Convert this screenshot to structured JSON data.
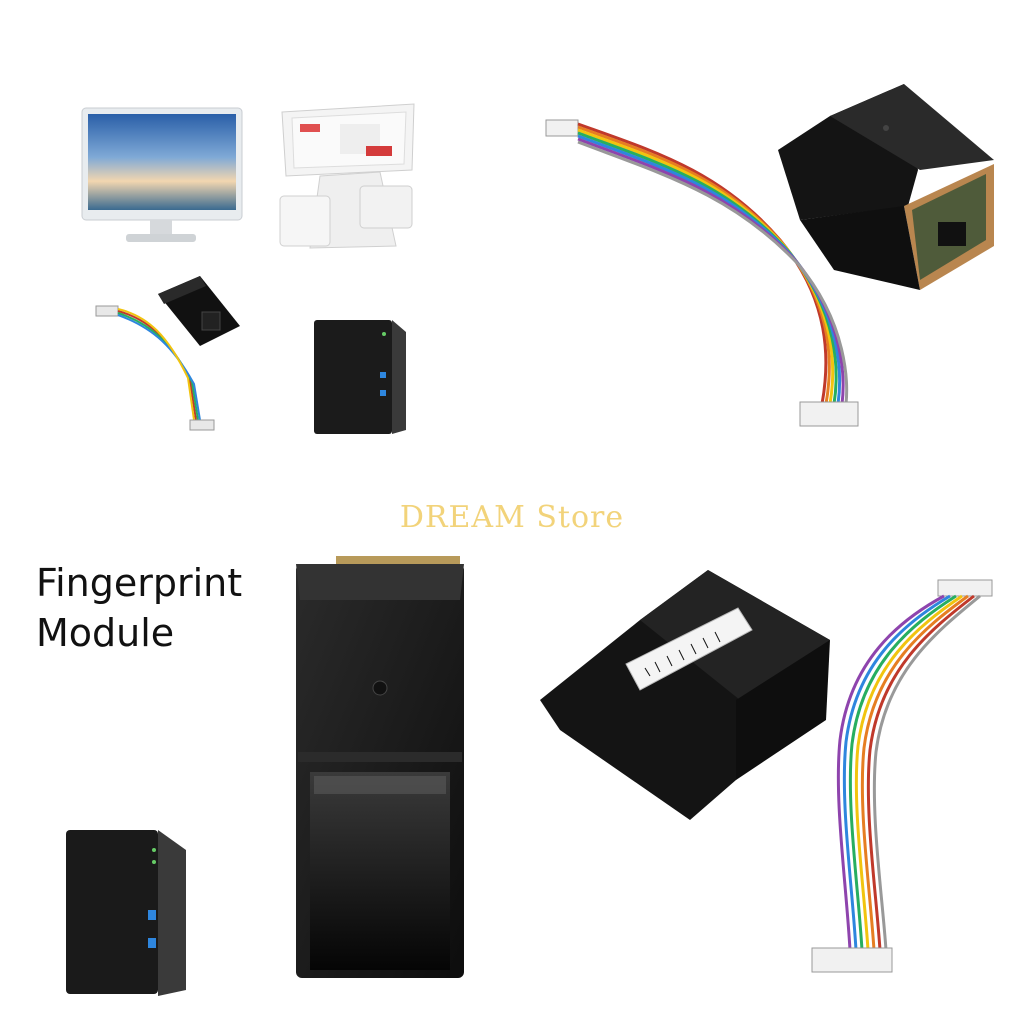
{
  "watermark": "DREAM Store",
  "title": {
    "line1": "Fingerprint",
    "line2": "Module"
  }
}
